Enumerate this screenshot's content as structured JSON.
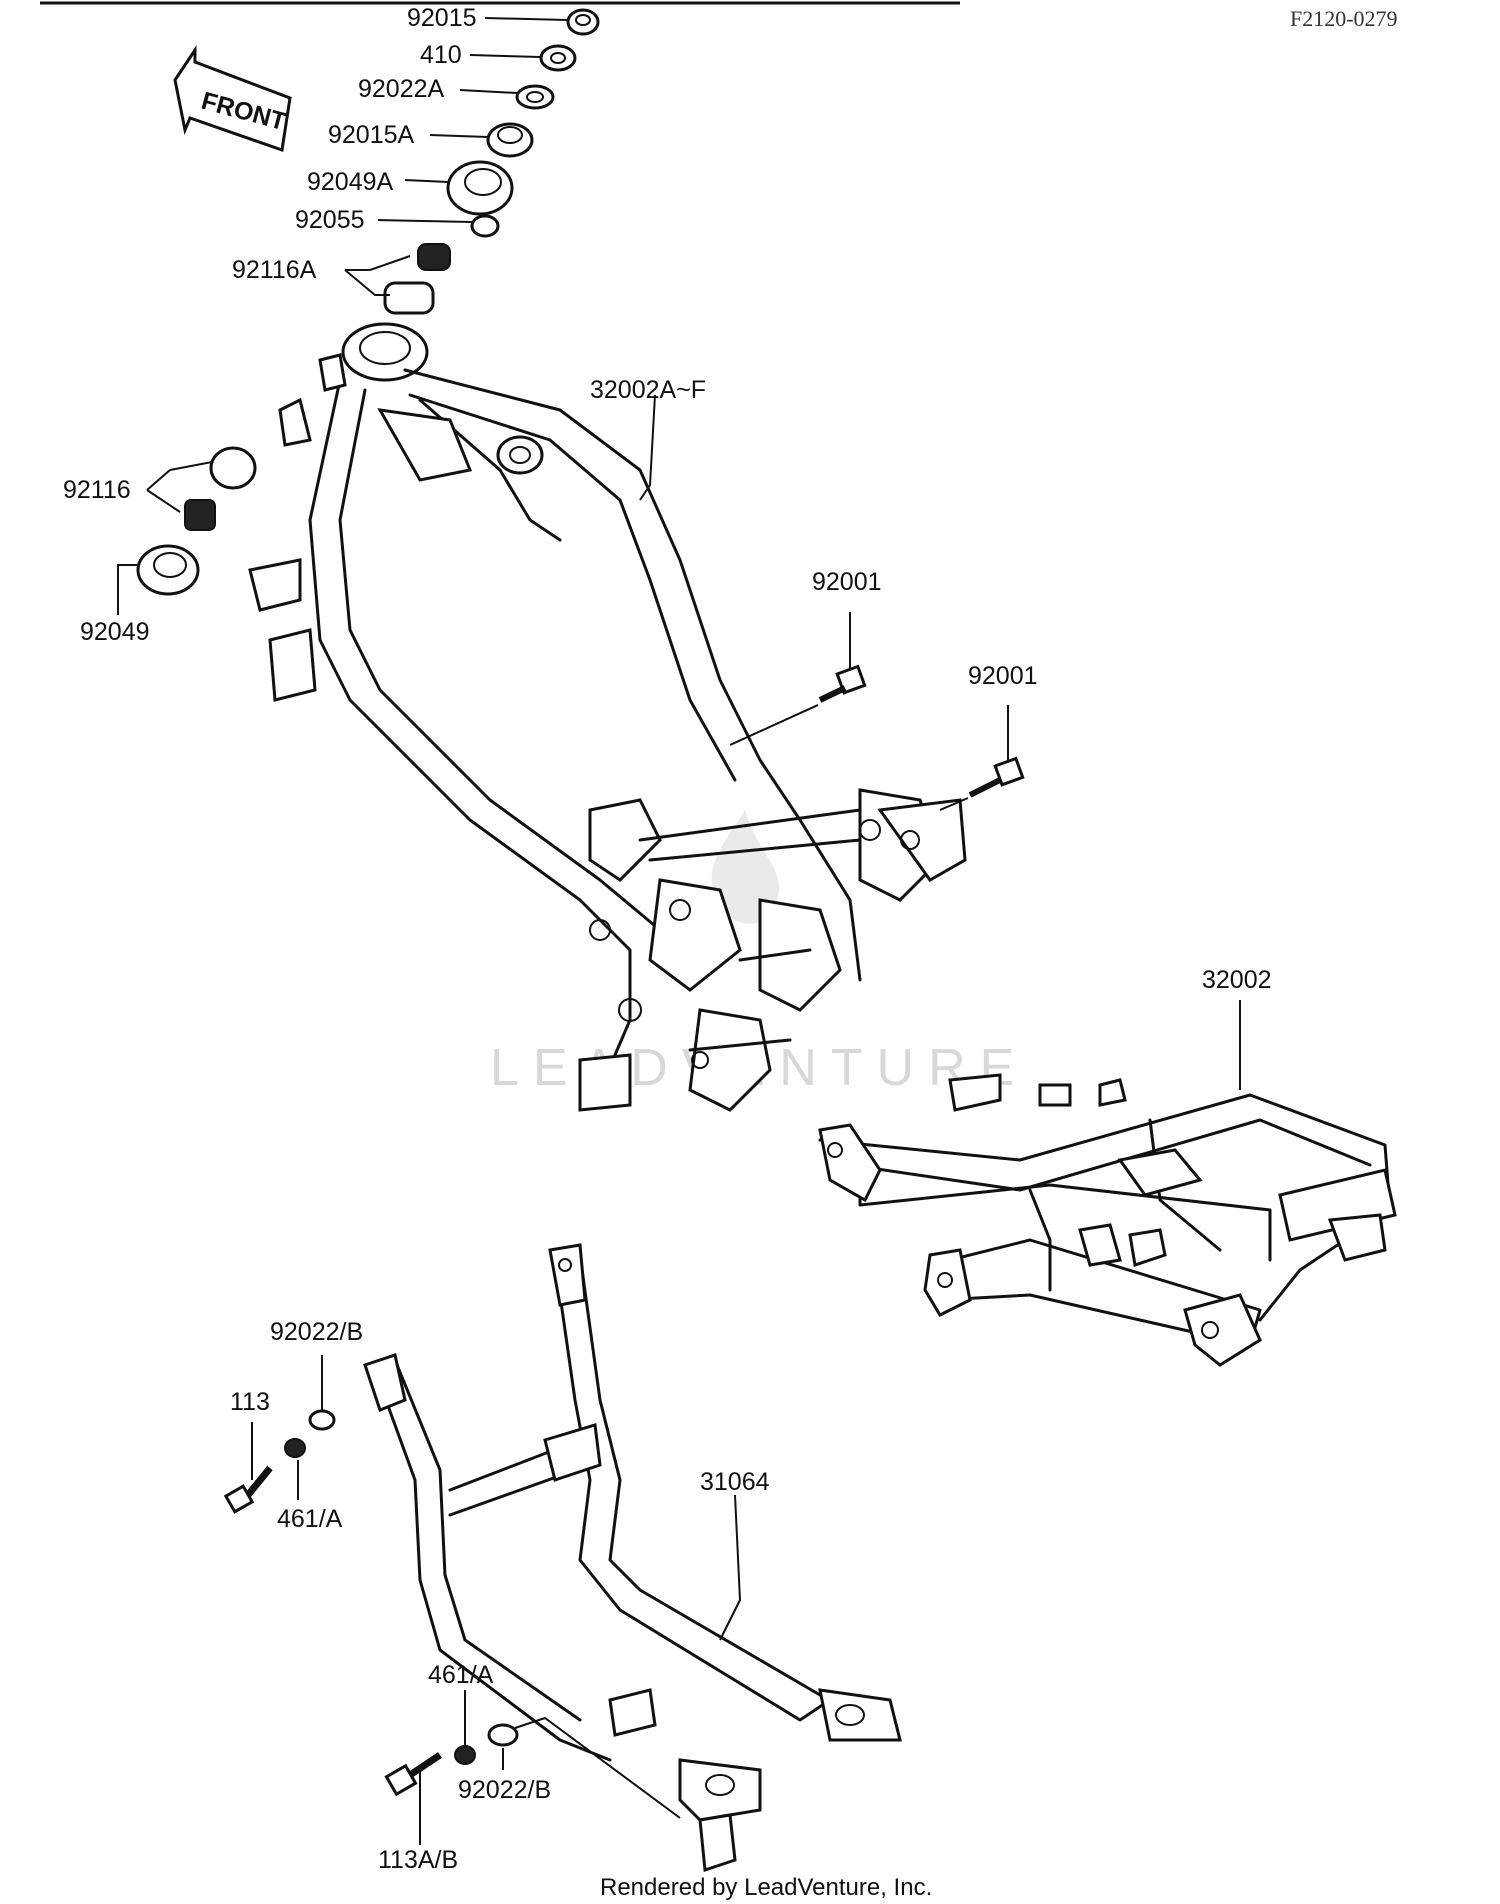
{
  "diagram_code": "F2120-0279",
  "direction_arrow": {
    "label": "FRONT"
  },
  "watermark": "LEADVENTURE",
  "footer": "Rendered by LeadVenture, Inc.",
  "callouts": {
    "p92015": "92015",
    "p410": "410",
    "p92022A": "92022A",
    "p92015A": "92015A",
    "p92049A": "92049A",
    "p92055": "92055",
    "p92116A": "92116A",
    "p32002AF": "32002A~F",
    "p92116": "92116",
    "p92049": "92049",
    "p92001a": "92001",
    "p92001b": "92001",
    "p32002": "32002",
    "p92022B_top": "92022/B",
    "p113": "113",
    "p461A_top": "461/A",
    "p31064": "31064",
    "p461A_bot": "461/A",
    "p92022B_bot": "92022/B",
    "p113AB": "113A/B"
  }
}
